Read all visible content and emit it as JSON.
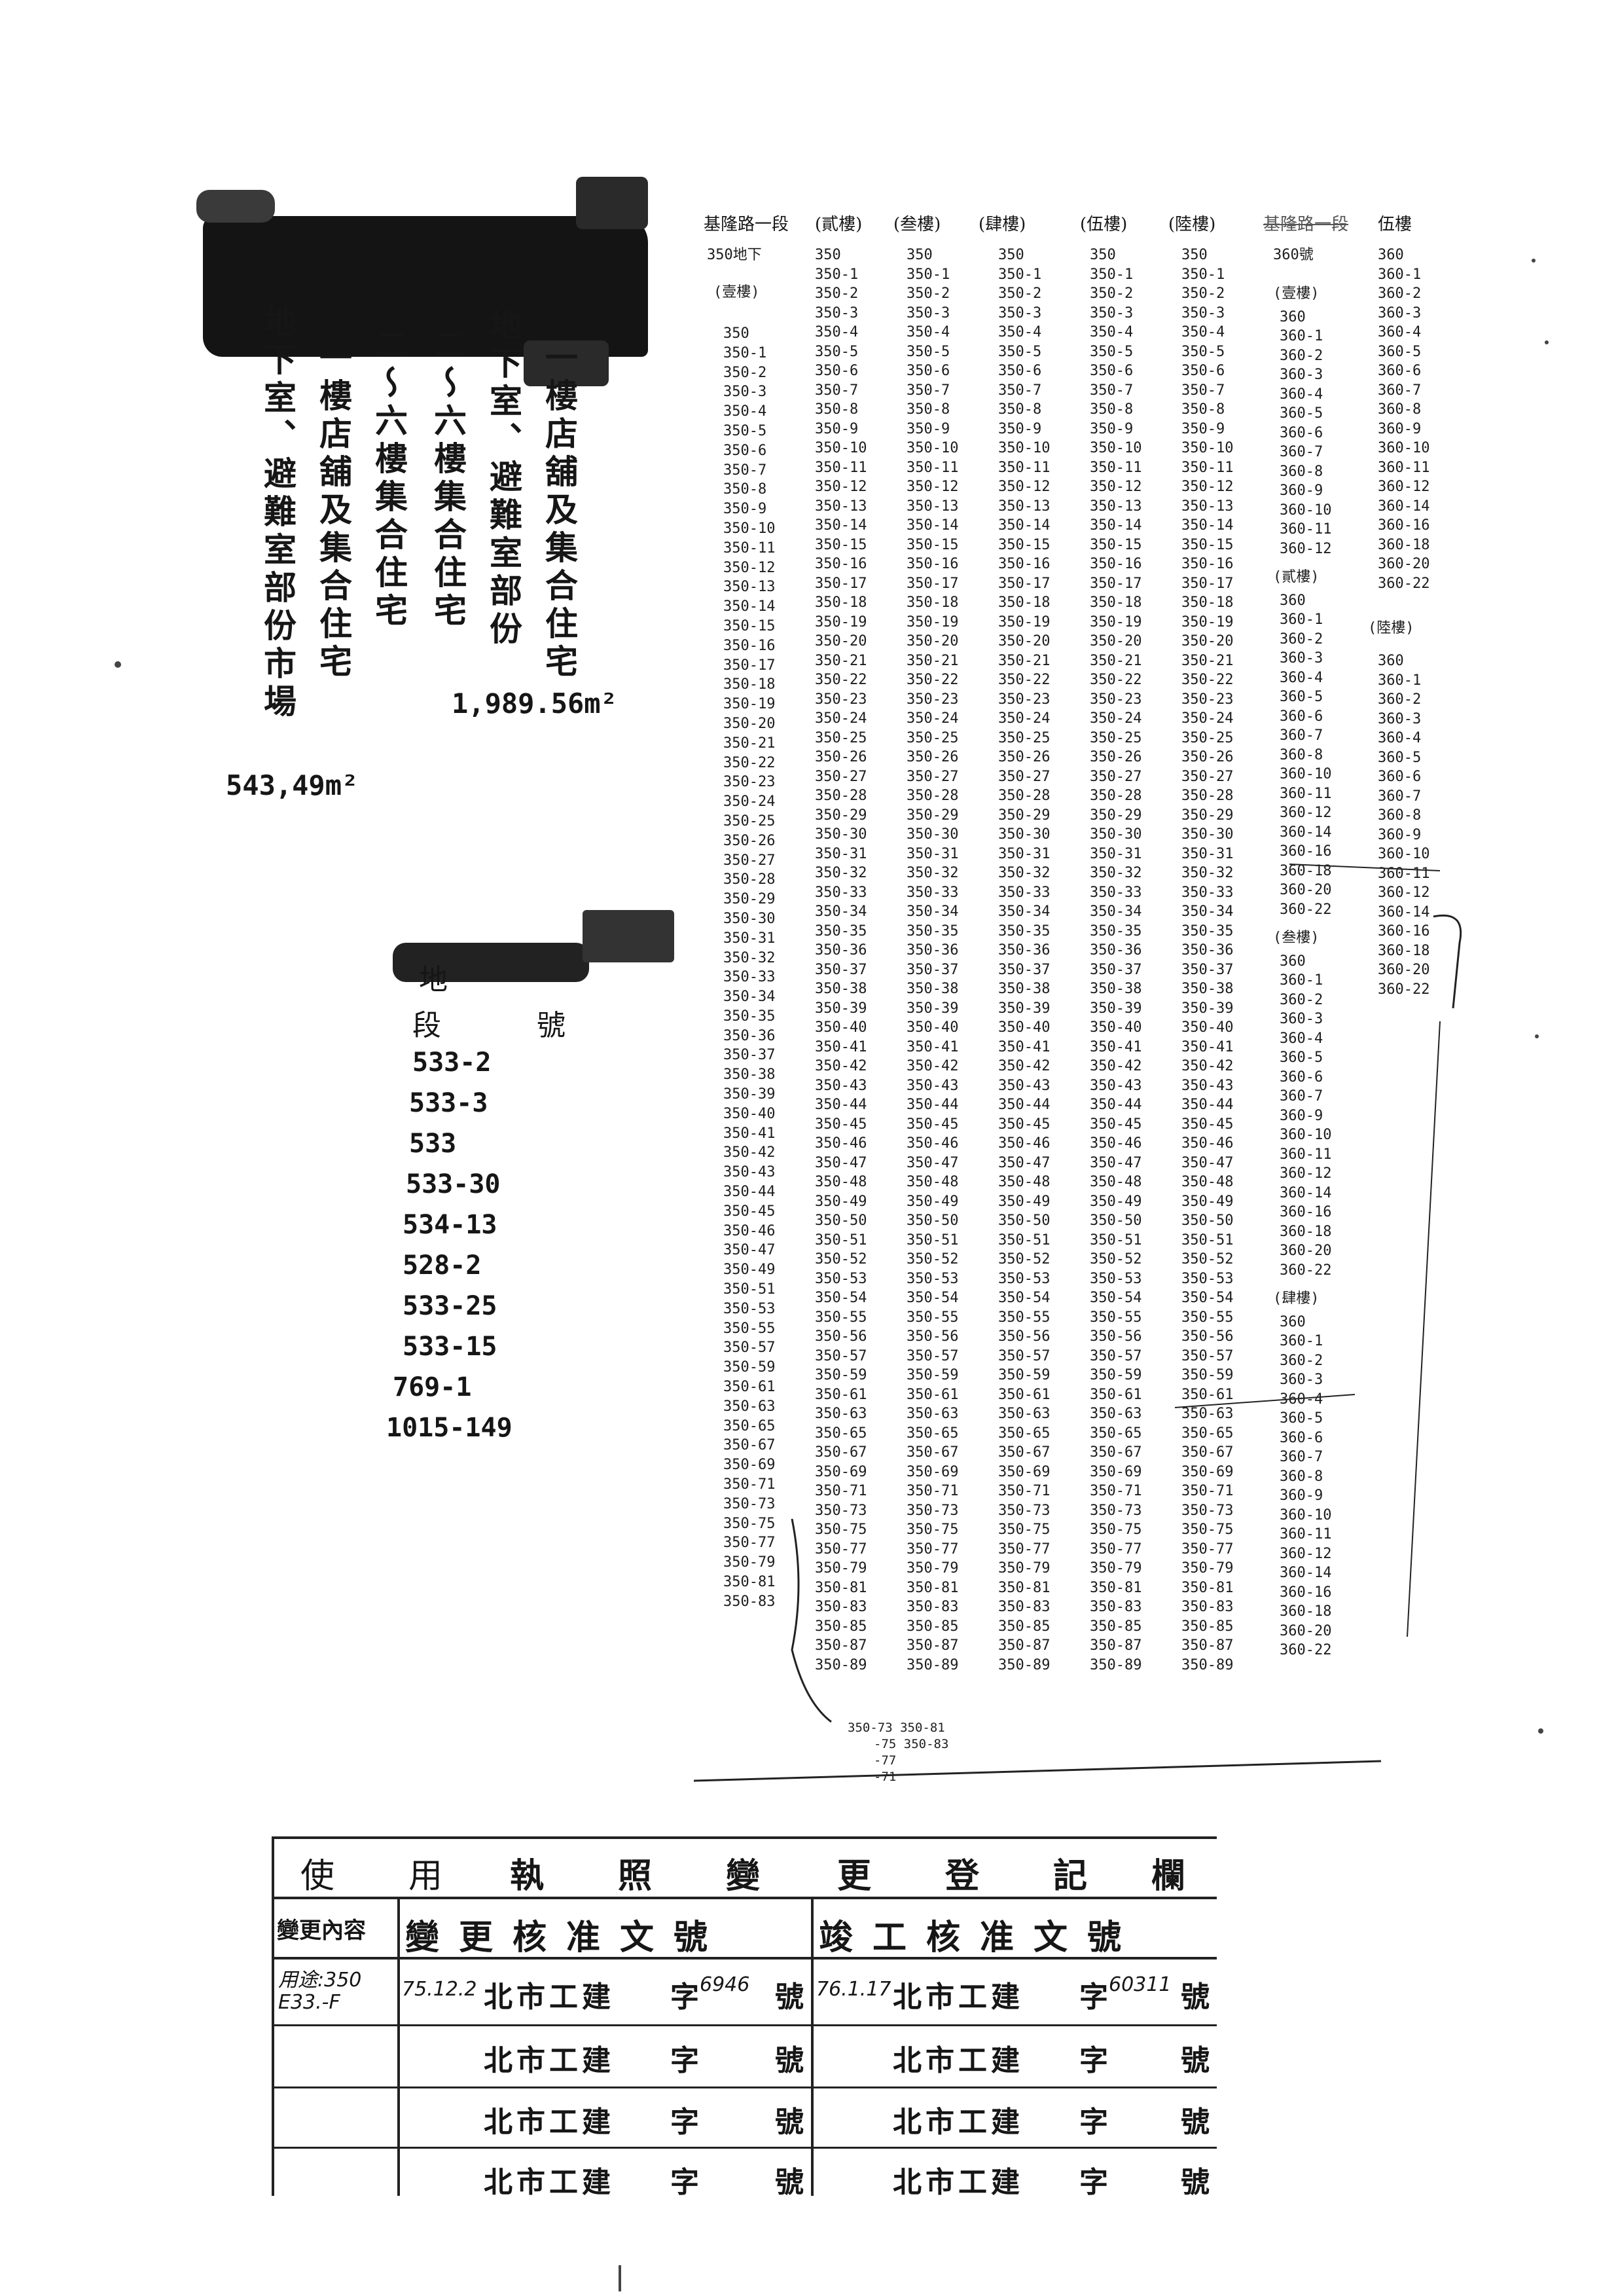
{
  "left_text": {
    "vertical_lines": [
      "地下室、避難室部份市場",
      "一樓店舖及集合住宅",
      "二〜六樓集合住宅",
      "二〜六樓集合住宅",
      "地下室、避難室部份",
      "一樓店舖及集合住宅"
    ],
    "area_1": "1,989.56m²",
    "area_2": "543,49m²",
    "land_header_1": "地",
    "land_header_2": "段",
    "land_header_3": "號",
    "land_numbers": [
      "533-2",
      "533-3",
      "533",
      "533-30",
      "534-13",
      "528-2",
      "533-25",
      "533-15",
      "769-1",
      "1015-149"
    ]
  },
  "table": {
    "headers": [
      "基隆路一段",
      "(貳樓)",
      "(叁樓)",
      "(肆樓)",
      "(伍樓)",
      "(陸樓)",
      "基隆路一段",
      "伍樓"
    ],
    "col1_top": [
      "350地下",
      "(壹樓)"
    ],
    "col1": [
      "350",
      "350-1",
      "350-2",
      "350-3",
      "350-4",
      "350-5",
      "350-6",
      "350-7",
      "350-8",
      "350-9",
      "350-10",
      "350-11",
      "350-12",
      "350-13",
      "350-14",
      "350-15",
      "350-16",
      "350-17",
      "350-18",
      "350-19",
      "350-20",
      "350-21",
      "350-22",
      "350-23",
      "350-24",
      "350-25",
      "350-26",
      "350-27",
      "350-28",
      "350-29",
      "350-30",
      "350-31",
      "350-32",
      "350-33",
      "350-34",
      "350-35",
      "350-36",
      "350-37",
      "350-38",
      "350-39",
      "350-40",
      "350-41",
      "350-42",
      "350-43",
      "350-44",
      "350-45",
      "350-46",
      "350-47",
      "350-49",
      "350-51",
      "350-53",
      "350-55",
      "350-57",
      "350-59",
      "350-61",
      "350-63",
      "350-65",
      "350-67",
      "350-69",
      "350-71",
      "350-73",
      "350-75",
      "350-77",
      "350-79",
      "350-81",
      "350-83"
    ],
    "floor_col": [
      "350",
      "350-1",
      "350-2",
      "350-3",
      "350-4",
      "350-5",
      "350-6",
      "350-7",
      "350-8",
      "350-9",
      "350-10",
      "350-11",
      "350-12",
      "350-13",
      "350-14",
      "350-15",
      "350-16",
      "350-17",
      "350-18",
      "350-19",
      "350-20",
      "350-21",
      "350-22",
      "350-23",
      "350-24",
      "350-25",
      "350-26",
      "350-27",
      "350-28",
      "350-29",
      "350-30",
      "350-31",
      "350-32",
      "350-33",
      "350-34",
      "350-35",
      "350-36",
      "350-37",
      "350-38",
      "350-39",
      "350-40",
      "350-41",
      "350-42",
      "350-43",
      "350-44",
      "350-45",
      "350-46",
      "350-47",
      "350-48",
      "350-49",
      "350-50",
      "350-51",
      "350-52",
      "350-53",
      "350-54",
      "350-55",
      "350-56",
      "350-57",
      "350-59",
      "350-61",
      "350-63",
      "350-65",
      "350-67",
      "350-69",
      "350-71",
      "350-73",
      "350-75",
      "350-77",
      "350-79",
      "350-81",
      "350-83",
      "350-85",
      "350-87",
      "350-89"
    ],
    "col7_head": "360號",
    "col7_sections": [
      {
        "label": "(壹樓)",
        "items": [
          "360",
          "360-1",
          "360-2",
          "360-3",
          "360-4",
          "360-5",
          "360-6",
          "360-7",
          "360-8",
          "360-9",
          "360-10",
          "360-11",
          "360-12"
        ]
      },
      {
        "label": "(貳樓)",
        "items": [
          "360",
          "360-1",
          "360-2",
          "360-3",
          "360-4",
          "360-5",
          "360-6",
          "360-7",
          "360-8",
          "360-10",
          "360-11",
          "360-12",
          "360-14",
          "360-16",
          "360-18",
          "360-20",
          "360-22"
        ]
      },
      {
        "label": "(叁樓)",
        "items": [
          "360",
          "360-1",
          "360-2",
          "360-3",
          "360-4",
          "360-5",
          "360-6",
          "360-7",
          "360-9",
          "360-10",
          "360-11",
          "360-12",
          "360-14",
          "360-16",
          "360-18",
          "360-20",
          "360-22"
        ]
      },
      {
        "label": "(肆樓)",
        "items": [
          "360",
          "360-1",
          "360-2",
          "360-3",
          "360-4",
          "360-5",
          "360-6",
          "360-7",
          "360-8",
          "360-9",
          "360-10",
          "360-11",
          "360-12",
          "360-14",
          "360-16",
          "360-18",
          "360-20",
          "360-22"
        ]
      }
    ],
    "col8a": [
      "360",
      "360-1",
      "360-2",
      "360-3",
      "360-4",
      "360-5",
      "360-6",
      "360-7",
      "360-8",
      "360-9",
      "360-10",
      "360-11",
      "360-12",
      "360-14",
      "360-16",
      "360-18",
      "360-20",
      "360-22"
    ],
    "col8b_label": "(陸樓)",
    "col8b": [
      "360",
      "360-1",
      "360-2",
      "360-3",
      "360-4",
      "360-5",
      "360-6",
      "360-7",
      "360-8",
      "360-9",
      "360-10",
      "360-11",
      "360-12",
      "360-14",
      "360-16",
      "360-18",
      "360-20",
      "360-22"
    ],
    "footnote": [
      "350-73 350-81",
      "-75 350-83",
      "-77",
      "-71"
    ]
  },
  "register": {
    "title_chars": [
      "使",
      "用",
      "執",
      "照",
      "變",
      "更",
      "登",
      "記",
      "欄"
    ],
    "h1": "變更內容",
    "h2": "變更核准文號",
    "h3": "竣工核准文號",
    "row1_content": [
      "用途:350",
      "E33.-F"
    ],
    "row1_date1": "75.12.2",
    "row1_num1": "6946",
    "row1_date2": "76.1.17",
    "row1_num2": "60311",
    "org": "北市工建",
    "zi": "字",
    "hao": "號"
  }
}
